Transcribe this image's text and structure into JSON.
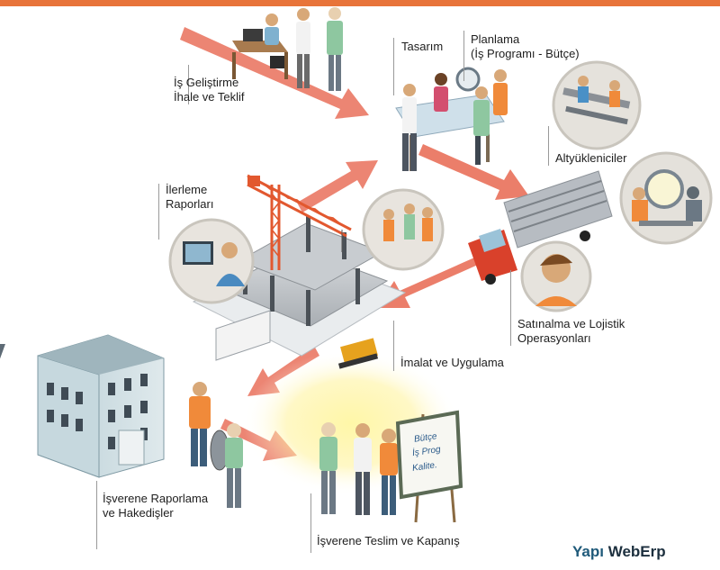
{
  "colors": {
    "accent": "#e8743a",
    "arrow": "#e9705a",
    "brand_primary": "#1f5a7a",
    "brand_secondary": "#1c2f3e"
  },
  "stages": {
    "is_gelistirme": [
      "İş Geliştirme",
      "İhale ve Teklif"
    ],
    "tasarim": "Tasarım",
    "planlama": [
      "Planlama",
      "(İş Programı - Bütçe)"
    ],
    "altyukleniciler": "Altyükleniciler",
    "ilerleme": [
      "İlerleme",
      "Raporları"
    ],
    "satinalma": [
      "Satınalma ve Lojistik",
      "Operasyonları"
    ],
    "imalat": "İmalat ve Uygulama",
    "raporlama": [
      "İşverene Raporlama",
      "ve Hakedişler"
    ],
    "teslim": "İşverene Teslim ve Kapanış"
  },
  "board": {
    "lines": [
      "Bütçe",
      "İş Prog",
      "Kalite."
    ]
  },
  "brand": {
    "part1": "Yapı",
    "part2": "WebErp"
  },
  "icons": {
    "figures": "people-icon",
    "laptop": "laptop-icon",
    "truck": "truck-icon",
    "crane": "crane-icon",
    "building": "office-building-icon",
    "magnifier": "magnifier-icon",
    "bulldozer": "bulldozer-icon"
  }
}
